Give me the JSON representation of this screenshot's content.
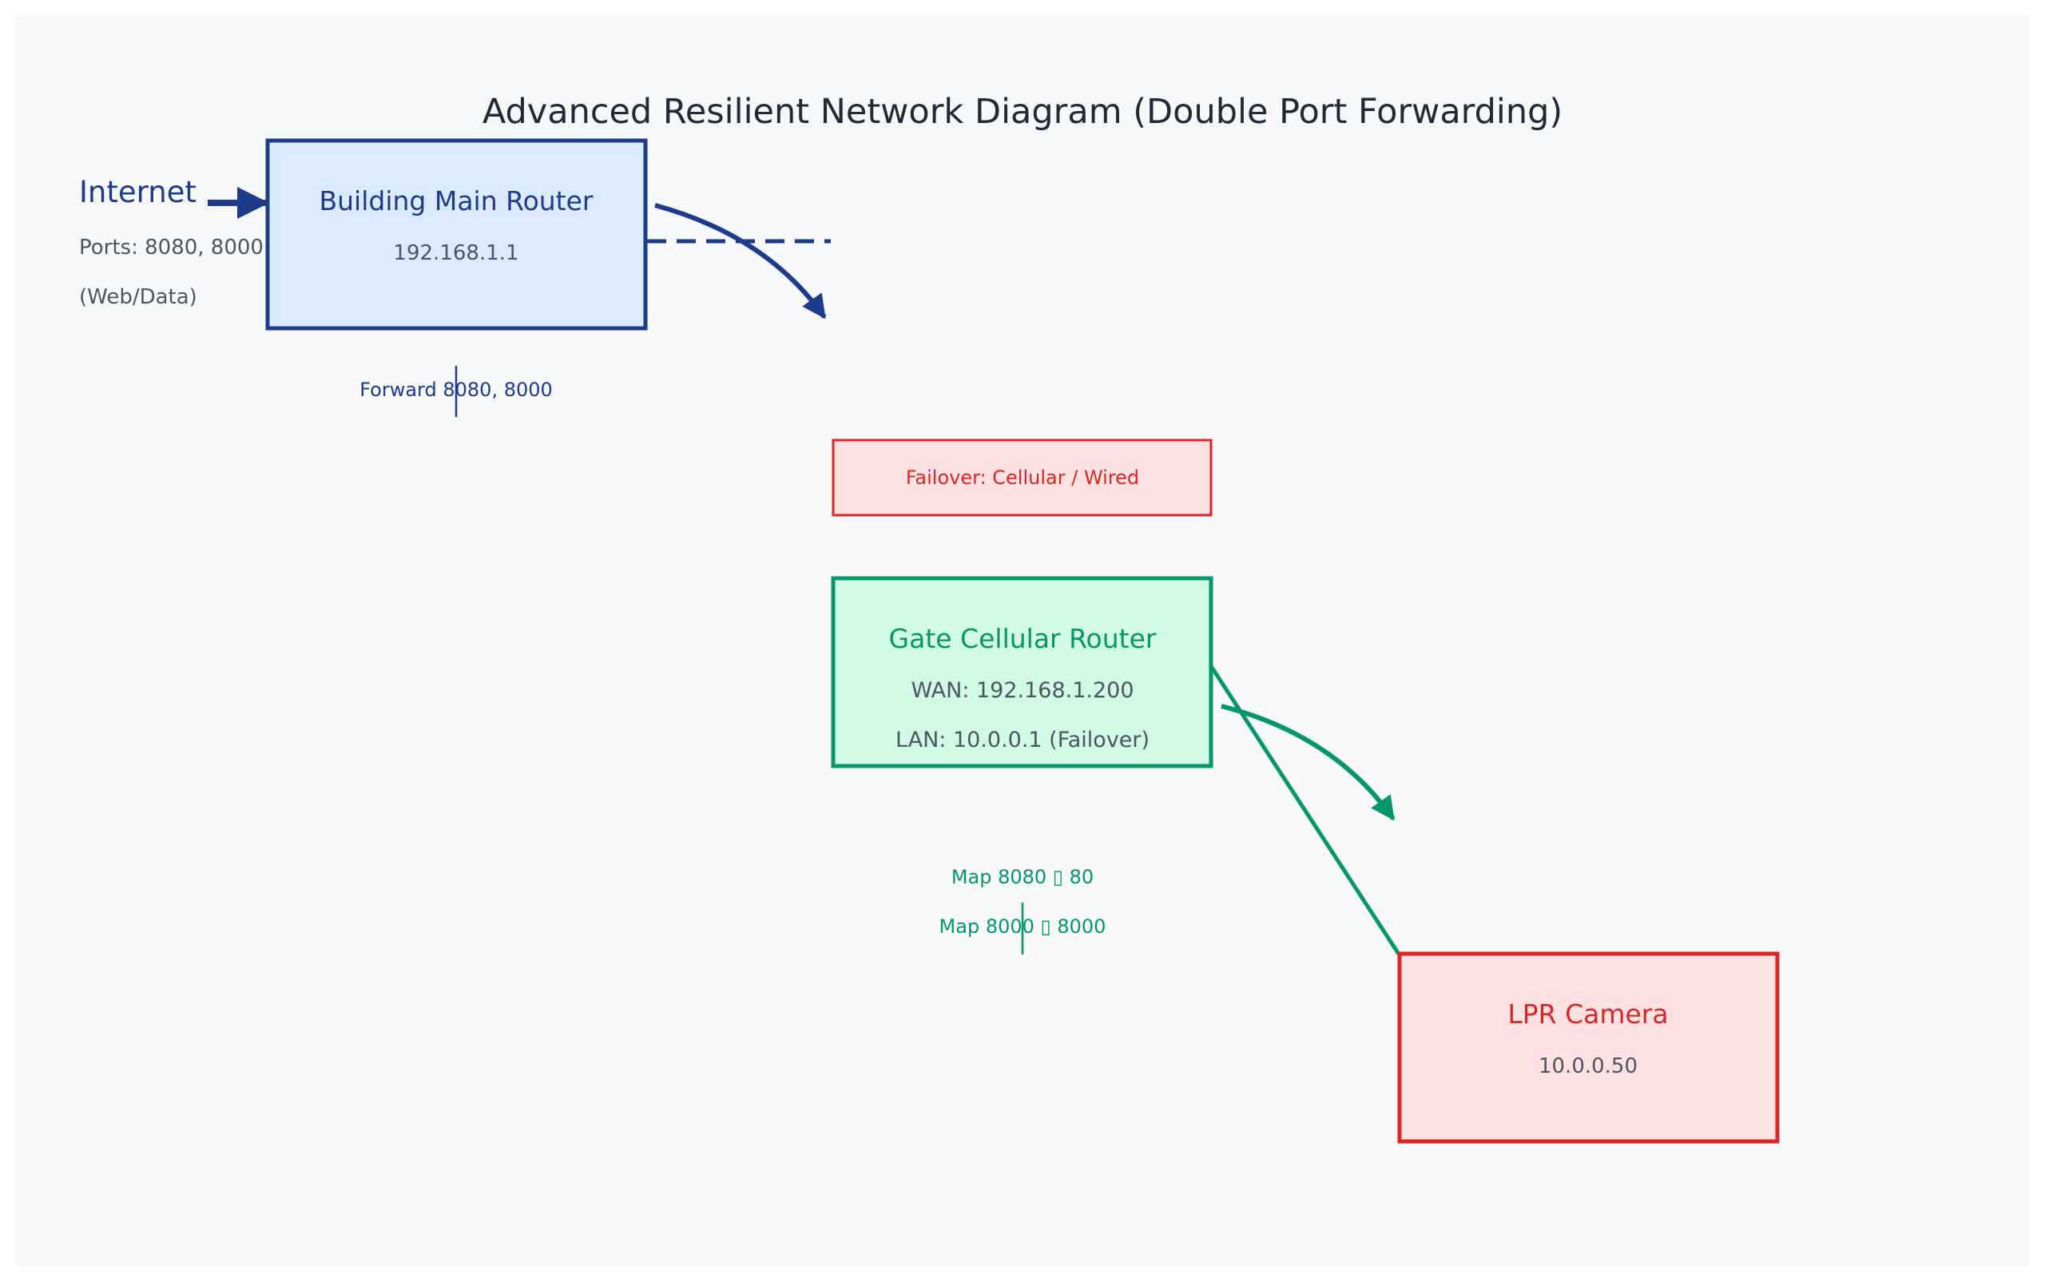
{
  "title": "Advanced Resilient Network Diagram (Double Port Forwarding)",
  "colors": {
    "canvas_bg": "#f7f8fa",
    "title_text": "#1f2937",
    "main_stroke": "#1e3a8a",
    "main_fill": "#dbeafe",
    "gate_stroke": "#059669",
    "gate_fill": "#d1fae5",
    "alert_stroke": "#dc2626",
    "alert_fill": "#fee2e2",
    "detail_text": "#4b5563"
  },
  "internet": {
    "label": "Internet",
    "ports": "Ports: 8080, 8000",
    "note": "(Web/Data)"
  },
  "main_router": {
    "name": "Building Main Router",
    "ip": "192.168.1.1"
  },
  "forward_label": "Forward 8080, 8000",
  "failover_label": "Failover: Cellular / Wired",
  "gate_router": {
    "name": "Gate Cellular Router",
    "wan": "WAN: 192.168.1.200",
    "lan": "LAN: 10.0.0.1 (Failover)"
  },
  "mappings": {
    "map1": "Map 8080 ▯ 80",
    "map2": "Map 8000 ▯ 8000"
  },
  "camera": {
    "name": "LPR Camera",
    "ip": "10.0.0.50"
  }
}
